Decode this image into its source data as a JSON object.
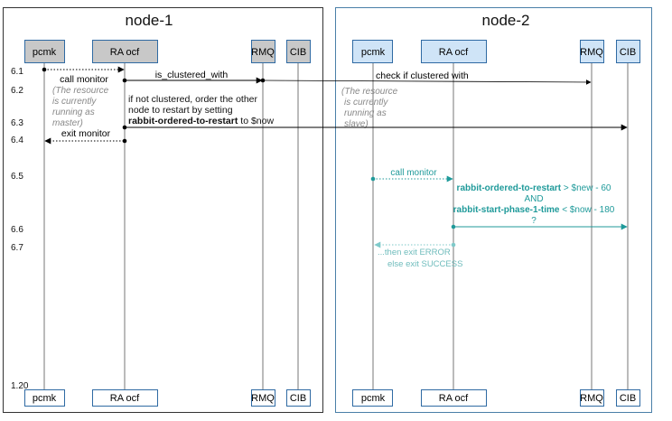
{
  "node1": {
    "title": "node-1",
    "participants": [
      "pcmk",
      "RA ocf",
      "RMQ",
      "CIB"
    ]
  },
  "node2": {
    "title": "node-2",
    "participants": [
      "pcmk",
      "RA ocf",
      "RMQ",
      "CIB"
    ]
  },
  "steps": [
    "6.1",
    "6.2",
    "6.3",
    "6.4",
    "6.5",
    "6.6",
    "6.7",
    "1.20"
  ],
  "messages": {
    "call_monitor_1": "call monitor",
    "is_clustered_with": "is_clustered_with",
    "check_if_clustered": "check if clustered with",
    "note_node1": [
      "(The resource",
      "is currently",
      "running as",
      "master)"
    ],
    "note_node2": [
      "(The resource",
      "is currently",
      "running as",
      "slave)"
    ],
    "not_clustered": [
      "if not clustered, order the other",
      "node to restart by setting"
    ],
    "set_flag_bold": "rabbit-ordered-to-restart",
    "set_flag_rest": " to $now",
    "exit_monitor": "exit monitor",
    "call_monitor_2": "call monitor",
    "cond_a_bold": "rabbit-ordered-to-restart",
    "cond_a_rest": " > $new - 60",
    "cond_and": "AND",
    "cond_b_bold": "rabbit-start-phase-1-time",
    "cond_b_rest": " < $now - 180",
    "cond_q": "?",
    "then_exit": "...then exit ERROR",
    "else_exit": "else exit SUCCESS"
  },
  "colors": {
    "node1_border": "#333333",
    "node2_border": "#4a7fa8",
    "node1_box_fill": "#c8c8c8",
    "node2_box_fill": "#cfe4f7",
    "box_stroke": "#2f6aa3",
    "teal": "#1f9a9a",
    "note_gray": "#888888"
  }
}
